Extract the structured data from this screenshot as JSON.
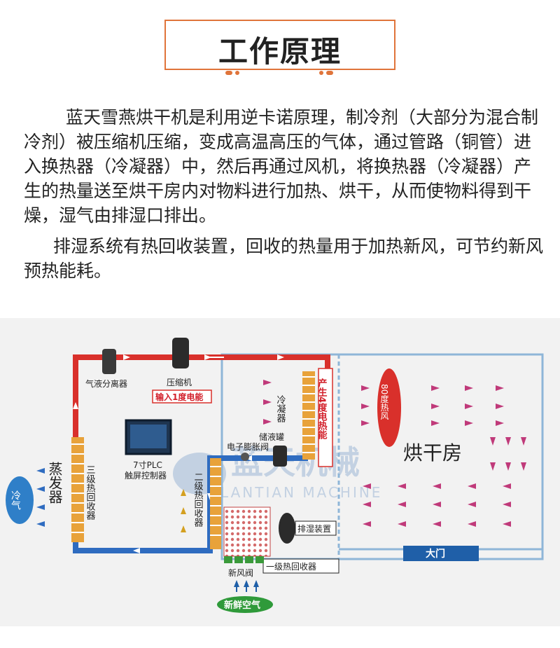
{
  "header": {
    "title": "工作原理"
  },
  "intro": {
    "p1": "蓝天雪燕烘干机是利用逆卡诺原理，制冷剂（大部分为混合制冷剂）被压缩机压缩，变成高温高压的气体，通过管路（铜管）进入换热器（冷凝器）中，然后再通过风机，将换热器（冷凝器）产生的热量送至烘干房内对物料进行加热、烘干，从而使物料得到干燥，湿气由排湿口排出。",
    "p2": "排湿系统有热回收装置，回收的热量用于加热新风，可节约新风预热能耗。"
  },
  "diagram": {
    "watermark": {
      "brand": "蓝天机械",
      "brand_en": "LANTIAN MACHINE"
    },
    "labels": {
      "separator": "气液分离器",
      "compressor": "压缩机",
      "input_energy": "输入1度电能",
      "condenser": "冷凝器",
      "receiver": "储液罐",
      "output_energy": "产生4度电热能",
      "hot_air": "80度热风",
      "drying_room": "烘干房",
      "plc_1": "7寸PLC",
      "plc_2": "触屏控制器",
      "expansion_valve": "电子膨胀阀",
      "evaporator": "蒸发器",
      "cold_air": "冷气",
      "recovery_3": "三级热回收器",
      "recovery_2": "二级热回收器",
      "exhaust": "排湿装置",
      "recovery_1": "一级热回收器",
      "fresh_damper": "新风阀",
      "fresh_air": "新鲜空气",
      "door": "大门"
    },
    "colors": {
      "pipe_hot": "#d9302b",
      "pipe_cold": "#2f6cc0",
      "coil": "#e8a23a",
      "room": "#8fb6d8",
      "text_red": "#d21f2a"
    }
  }
}
